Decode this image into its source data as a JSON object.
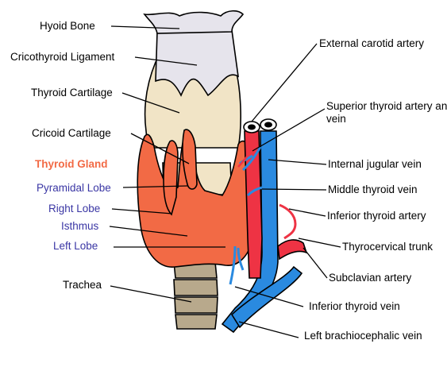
{
  "colors": {
    "cartilage": "#f1e4c6",
    "ligament": "#e6e4ec",
    "gland": "#f26a45",
    "artery": "#ee3344",
    "vein": "#2a8ae0",
    "trachea": "#b8a98c",
    "outline": "#000000",
    "label_blue": "#3a36a4",
    "label_orange": "#f26a45"
  },
  "labels": {
    "hyoid_bone": "Hyoid Bone",
    "cricothyroid_ligament": "Cricothyroid Ligament",
    "thyroid_cartilage": "Thyroid Cartilage",
    "cricoid_cartilage": "Cricoid Cartilage",
    "thyroid_gland": "Thyroid Gland",
    "pyramidal_lobe": "Pyramidal Lobe",
    "right_lobe": "Right Lobe",
    "isthmus": "Isthmus",
    "left_lobe": "Left Lobe",
    "trachea": "Trachea",
    "external_carotid_artery": "External carotid artery",
    "superior_thyroid_artery_vein": "Superior thyroid artery and vein",
    "internal_jugular_vein": "Internal jugular vein",
    "middle_thyroid_vein": "Middle thyroid vein",
    "inferior_thyroid_artery": "Inferior thyroid artery",
    "thyrocervical_trunk": "Thyrocervical  trunk",
    "subclavian_artery": "Subclavian artery",
    "inferior_thyroid_vein": "Inferior thyroid vein",
    "left_brachiocephalic_vein": "Left brachiocephalic vein"
  }
}
